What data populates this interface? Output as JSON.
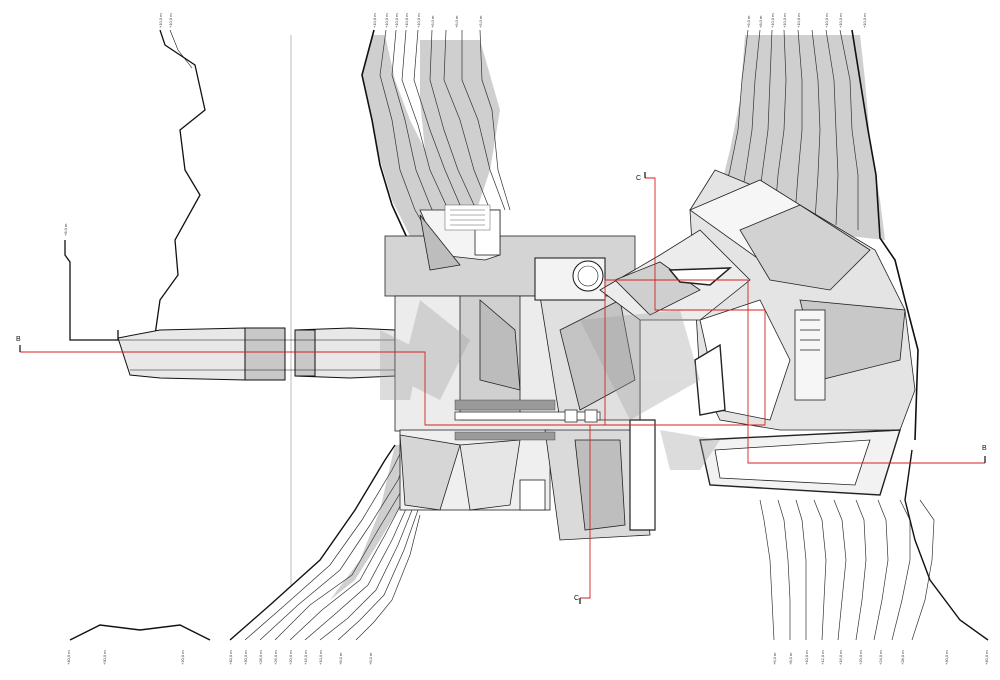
{
  "section_markers": {
    "b_left": "B",
    "b_right": "B",
    "c_top": "C",
    "c_bottom": "C"
  },
  "elevation_labels": {
    "top_left": [
      "+10,0 m",
      "+10,0 m"
    ],
    "top_center": [
      "+10,0 m",
      "+10,0 m",
      "+10,0 m",
      "+10,0 m",
      "+10,0 m",
      "+6,0 m",
      "+6,0 m",
      "+5,0 m"
    ],
    "top_right": [
      "+6,0 m",
      "+8,0 m",
      "+10,0 m",
      "+10,0 m",
      "+10,0 m",
      "+10,0 m",
      "+10,0 m",
      "+10,0 m"
    ],
    "left_mid": [
      "+8,0 m"
    ],
    "bottom_left": [
      "+40,0 m",
      "+30,0 m",
      "+20,0 m"
    ],
    "bottom_center": [
      "+40,0 m",
      "+30,0 m",
      "+28,0 m",
      "+26,0 m",
      "+20,0 m",
      "+16,0 m",
      "+10,0 m",
      "+8,0 m",
      "+6,0 m"
    ],
    "bottom_right": [
      "+6,0 m",
      "+8,0 m",
      "+10,0 m",
      "+12,0 m",
      "+16,0 m",
      "+20,0 m",
      "+24,0 m",
      "+28,0 m",
      "+30,0 m",
      "+40,0 m"
    ]
  }
}
